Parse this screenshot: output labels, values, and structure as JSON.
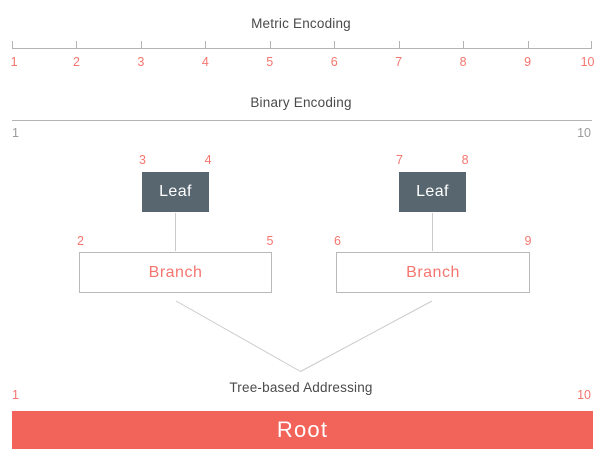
{
  "colors": {
    "accent_red": "#F2635A",
    "number_red": "#F4766F",
    "leaf_slate": "#57666F",
    "title_gray": "#4A4A4A",
    "muted_gray": "#9B9B9B",
    "ruler_line_gray": "#B3B3B3",
    "connector_gray": "#CBCBCB"
  },
  "metric_encoding": {
    "title": "Metric Encoding",
    "tick_labels": [
      "1",
      "2",
      "3",
      "4",
      "5",
      "6",
      "7",
      "8",
      "9",
      "10"
    ]
  },
  "binary_encoding": {
    "title": "Binary Encoding",
    "start_label": "1",
    "end_label": "10"
  },
  "tree": {
    "title": "Tree-based Addressing",
    "leaves": [
      {
        "label": "Leaf",
        "range_start": "3",
        "range_end": "4"
      },
      {
        "label": "Leaf",
        "range_start": "7",
        "range_end": "8"
      }
    ],
    "branches": [
      {
        "label": "Branch",
        "range_start": "2",
        "range_end": "5"
      },
      {
        "label": "Branch",
        "range_start": "6",
        "range_end": "9"
      }
    ],
    "root": {
      "label": "Root",
      "range_start": "1",
      "range_end": "10"
    }
  }
}
